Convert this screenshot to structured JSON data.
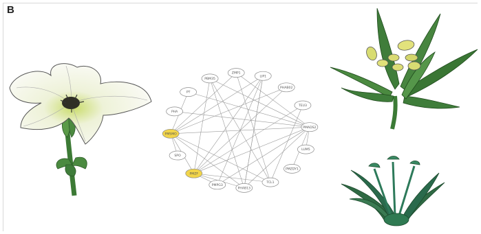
{
  "panel": {
    "label": "B"
  },
  "network": {
    "nodes": [
      {
        "id": "PBM35",
        "label": "PBM35",
        "highlight": false
      },
      {
        "id": "ZMP1",
        "label": "ZMP1",
        "highlight": false
      },
      {
        "id": "LIP1",
        "label": "LIP1",
        "highlight": false
      },
      {
        "id": "PHAB02",
        "label": "PHAB02",
        "highlight": false
      },
      {
        "id": "TEU3",
        "label": "TEU3",
        "highlight": false
      },
      {
        "id": "PMADS2",
        "label": "PMADS2",
        "highlight": false
      },
      {
        "id": "LUM5",
        "label": "LUM5",
        "highlight": false
      },
      {
        "id": "PMZDY1",
        "label": "PMZDY1",
        "highlight": false
      },
      {
        "id": "TCL1",
        "label": "TCL1",
        "highlight": false
      },
      {
        "id": "PHAB13",
        "label": "PHAB13",
        "highlight": false
      },
      {
        "id": "PMPG3",
        "label": "PMPG3",
        "highlight": false
      },
      {
        "id": "PMZF",
        "label": "PMZF",
        "highlight": true
      },
      {
        "id": "SPO",
        "label": "SPO",
        "highlight": false
      },
      {
        "id": "PMSMO",
        "label": "PMSMO",
        "highlight": true
      },
      {
        "id": "PHA",
        "label": "PHA",
        "highlight": false
      },
      {
        "id": "PT",
        "label": "PT",
        "highlight": false
      }
    ],
    "edges": [
      [
        "PBM35",
        "PMADS2"
      ],
      [
        "PBM35",
        "PMZF"
      ],
      [
        "PBM35",
        "TCL1"
      ],
      [
        "PBM35",
        "PHAB13"
      ],
      [
        "ZMP1",
        "PMSMO"
      ],
      [
        "ZMP1",
        "PMADS2"
      ],
      [
        "ZMP1",
        "TCL1"
      ],
      [
        "LIP1",
        "PMZF"
      ],
      [
        "LIP1",
        "PMSMO"
      ],
      [
        "LIP1",
        "PMPG3"
      ],
      [
        "LIP1",
        "PHAB13"
      ],
      [
        "PHAB02",
        "PMSMO"
      ],
      [
        "PHAB02",
        "PMZF"
      ],
      [
        "TEU3",
        "PMZF"
      ],
      [
        "TEU3",
        "TCL1"
      ],
      [
        "PMADS2",
        "PMZF"
      ],
      [
        "PMADS2",
        "PMSMO"
      ],
      [
        "PMADS2",
        "PMPG3"
      ],
      [
        "PMADS2",
        "PHAB13"
      ],
      [
        "PMADS2",
        "PT"
      ],
      [
        "TCL1",
        "PMZF"
      ],
      [
        "TCL1",
        "PMSMO"
      ],
      [
        "PHAB13",
        "PMZF"
      ],
      [
        "PMPG3",
        "PMZF"
      ],
      [
        "PMSMO",
        "PHAB13"
      ],
      [
        "PMZF",
        "PMSMO"
      ],
      [
        "PT",
        "PMSMO"
      ],
      [
        "PHA",
        "PMADS2"
      ],
      [
        "SPO",
        "PMSMO"
      ],
      [
        "PHAB13",
        "LIP1"
      ],
      [
        "PMZDY1",
        "PMADS2"
      ],
      [
        "LUM5",
        "PMADS2"
      ]
    ]
  },
  "colors": {
    "highlight_node": "#f2d54a",
    "node_stroke": "#8a8a8a",
    "edge": "#9a9a9a",
    "petunia_petal": "#f7f7f2",
    "leaf_green": "#3f7d3a",
    "anther_yellow": "#d8d86a"
  }
}
